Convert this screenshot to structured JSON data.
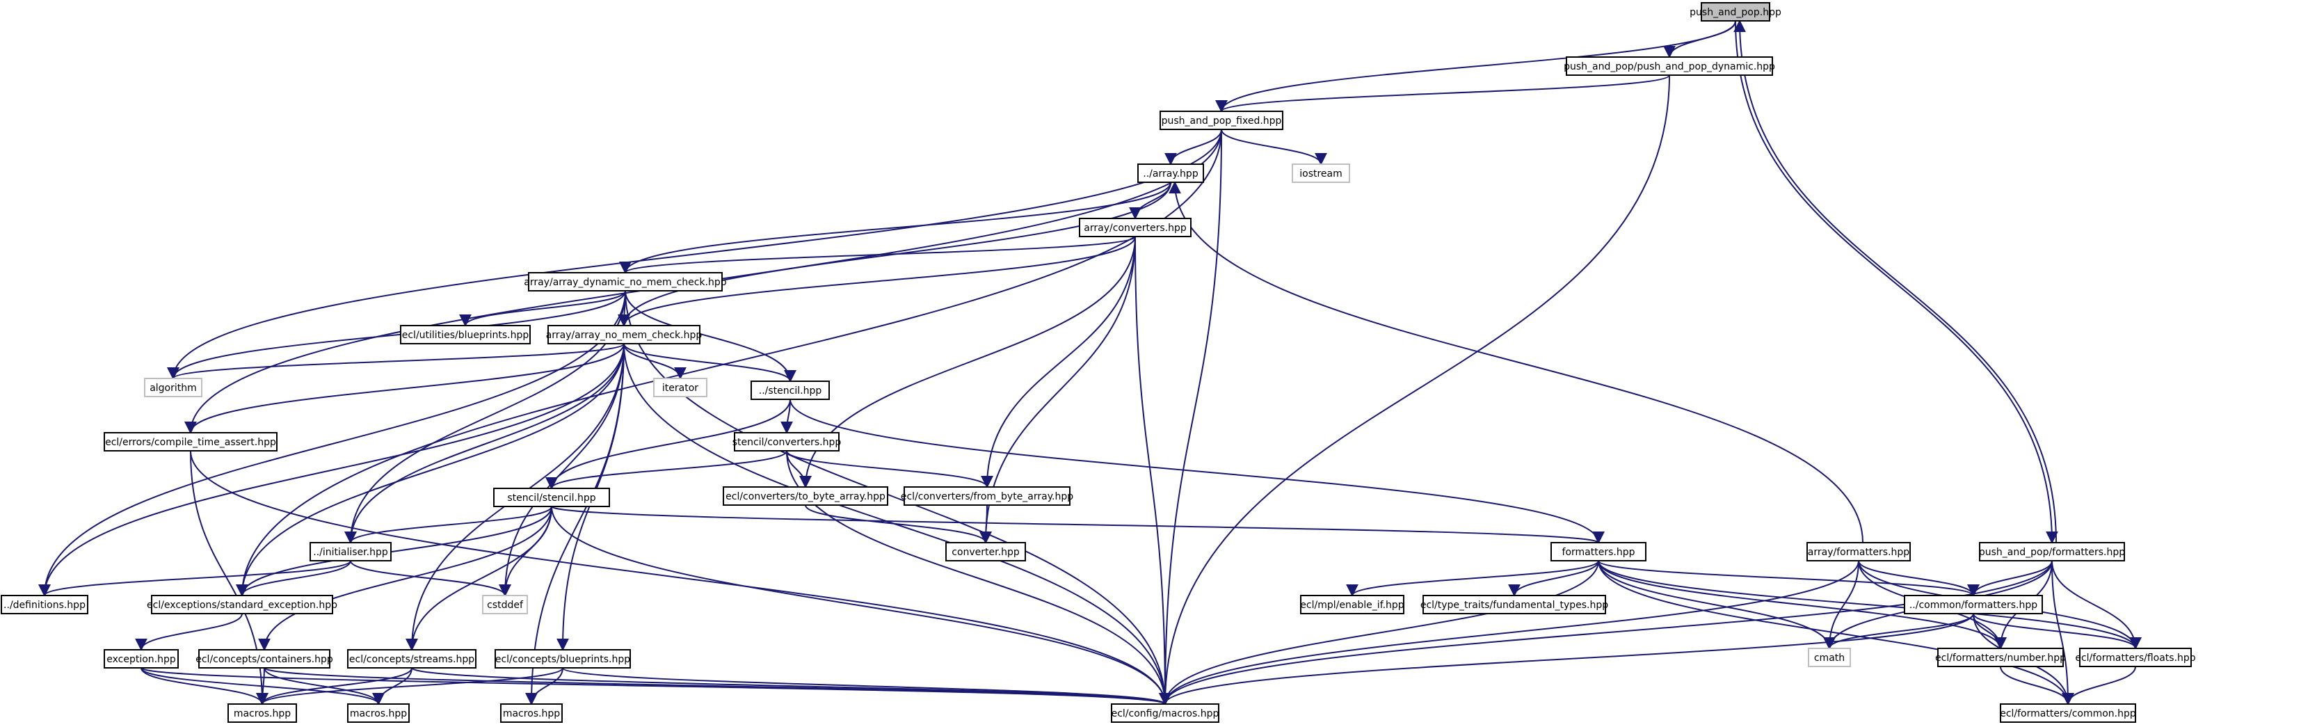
{
  "colors": {
    "edge": "#191970",
    "root_fill": "#bfbfbf",
    "external_border": "#bfbfbf",
    "node_border": "#000000"
  },
  "nodes": [
    {
      "id": "n1",
      "label": "push_and_pop.hpp",
      "kind": "root"
    },
    {
      "id": "n2",
      "label": "push_and_pop/push_and_pop_dynamic.hpp"
    },
    {
      "id": "n3",
      "label": "push_and_pop_fixed.hpp"
    },
    {
      "id": "n4",
      "label": "iostream",
      "kind": "external"
    },
    {
      "id": "n5",
      "label": "../array.hpp"
    },
    {
      "id": "n6",
      "label": "array/converters.hpp"
    },
    {
      "id": "n7",
      "label": "array/array_dynamic_no_mem_check.hpp"
    },
    {
      "id": "n8",
      "label": "ecl/utilities/blueprints.hpp"
    },
    {
      "id": "n9",
      "label": "array/array_no_mem_check.hpp"
    },
    {
      "id": "n10",
      "label": "algorithm",
      "kind": "external"
    },
    {
      "id": "n11",
      "label": "iterator",
      "kind": "external"
    },
    {
      "id": "n12",
      "label": "../stencil.hpp"
    },
    {
      "id": "n13",
      "label": "ecl/errors/compile_time_assert.hpp"
    },
    {
      "id": "n14",
      "label": "stencil/converters.hpp"
    },
    {
      "id": "n15",
      "label": "stencil/stencil.hpp"
    },
    {
      "id": "n16",
      "label": "ecl/converters/to_byte_array.hpp"
    },
    {
      "id": "n17",
      "label": "ecl/converters/from_byte_array.hpp"
    },
    {
      "id": "n18",
      "label": "converter.hpp"
    },
    {
      "id": "n19",
      "label": "../initialiser.hpp"
    },
    {
      "id": "n20",
      "label": "cstddef",
      "kind": "external"
    },
    {
      "id": "n21",
      "label": "../definitions.hpp"
    },
    {
      "id": "n22",
      "label": "ecl/exceptions/standard_exception.hpp"
    },
    {
      "id": "n23",
      "label": "exception.hpp"
    },
    {
      "id": "n24",
      "label": "ecl/concepts/containers.hpp"
    },
    {
      "id": "n25",
      "label": "ecl/concepts/streams.hpp"
    },
    {
      "id": "n26",
      "label": "ecl/concepts/blueprints.hpp"
    },
    {
      "id": "n27",
      "label": "macros.hpp"
    },
    {
      "id": "n28",
      "label": "macros.hpp"
    },
    {
      "id": "n29",
      "label": "macros.hpp"
    },
    {
      "id": "n30",
      "label": "ecl/config/macros.hpp"
    },
    {
      "id": "n31",
      "label": "formatters.hpp"
    },
    {
      "id": "n32",
      "label": "ecl/mpl/enable_if.hpp"
    },
    {
      "id": "n33",
      "label": "ecl/type_traits/fundamental_types.hpp"
    },
    {
      "id": "n34",
      "label": "../common/formatters.hpp"
    },
    {
      "id": "n35",
      "label": "cmath",
      "kind": "external"
    },
    {
      "id": "n36",
      "label": "array/formatters.hpp"
    },
    {
      "id": "n37",
      "label": "push_and_pop/formatters.hpp"
    },
    {
      "id": "n38",
      "label": "ecl/formatters/number.hpp"
    },
    {
      "id": "n39",
      "label": "ecl/formatters/floats.hpp"
    },
    {
      "id": "n40",
      "label": "ecl/formatters/common.hpp"
    }
  ],
  "edges": [
    [
      "n1",
      "n2"
    ],
    [
      "n1",
      "n3"
    ],
    [
      "n1",
      "n37"
    ],
    [
      "n2",
      "n3"
    ],
    [
      "n2",
      "n30"
    ],
    [
      "n3",
      "n4"
    ],
    [
      "n3",
      "n5"
    ],
    [
      "n3",
      "n10"
    ],
    [
      "n3",
      "n13"
    ],
    [
      "n3",
      "n22"
    ],
    [
      "n3",
      "n30"
    ],
    [
      "n5",
      "n6"
    ],
    [
      "n5",
      "n7"
    ],
    [
      "n5",
      "n9"
    ],
    [
      "n6",
      "n7"
    ],
    [
      "n6",
      "n9"
    ],
    [
      "n6",
      "n16"
    ],
    [
      "n6",
      "n17"
    ],
    [
      "n6",
      "n18"
    ],
    [
      "n6",
      "n30"
    ],
    [
      "n7",
      "n8"
    ],
    [
      "n7",
      "n9"
    ],
    [
      "n7",
      "n10"
    ],
    [
      "n7",
      "n12"
    ],
    [
      "n7",
      "n19"
    ],
    [
      "n7",
      "n21"
    ],
    [
      "n7",
      "n30"
    ],
    [
      "n9",
      "n10"
    ],
    [
      "n9",
      "n11"
    ],
    [
      "n9",
      "n12"
    ],
    [
      "n9",
      "n13"
    ],
    [
      "n9",
      "n19"
    ],
    [
      "n9",
      "n20"
    ],
    [
      "n9",
      "n21"
    ],
    [
      "n9",
      "n22"
    ],
    [
      "n9",
      "n25"
    ],
    [
      "n9",
      "n26"
    ],
    [
      "n9",
      "n29"
    ],
    [
      "n9",
      "n30"
    ],
    [
      "n12",
      "n14"
    ],
    [
      "n12",
      "n15"
    ],
    [
      "n12",
      "n31"
    ],
    [
      "n13",
      "n27"
    ],
    [
      "n13",
      "n30"
    ],
    [
      "n14",
      "n15"
    ],
    [
      "n14",
      "n16"
    ],
    [
      "n14",
      "n17"
    ],
    [
      "n14",
      "n30"
    ],
    [
      "n15",
      "n19"
    ],
    [
      "n15",
      "n20"
    ],
    [
      "n15",
      "n22"
    ],
    [
      "n15",
      "n24"
    ],
    [
      "n15",
      "n25"
    ],
    [
      "n15",
      "n30"
    ],
    [
      "n15",
      "n31"
    ],
    [
      "n16",
      "n18"
    ],
    [
      "n17",
      "n18"
    ],
    [
      "n19",
      "n20"
    ],
    [
      "n19",
      "n21"
    ],
    [
      "n19",
      "n22"
    ],
    [
      "n22",
      "n23"
    ],
    [
      "n23",
      "n27"
    ],
    [
      "n23",
      "n28"
    ],
    [
      "n23",
      "n30"
    ],
    [
      "n24",
      "n27"
    ],
    [
      "n24",
      "n28"
    ],
    [
      "n24",
      "n30"
    ],
    [
      "n25",
      "n27"
    ],
    [
      "n25",
      "n28"
    ],
    [
      "n25",
      "n30"
    ],
    [
      "n26",
      "n27"
    ],
    [
      "n26",
      "n29"
    ],
    [
      "n26",
      "n30"
    ],
    [
      "n31",
      "n32"
    ],
    [
      "n31",
      "n33"
    ],
    [
      "n31",
      "n34"
    ],
    [
      "n31",
      "n35"
    ],
    [
      "n31",
      "n38"
    ],
    [
      "n31",
      "n39"
    ],
    [
      "n31",
      "n40"
    ],
    [
      "n31",
      "n30"
    ],
    [
      "n34",
      "n35"
    ],
    [
      "n34",
      "n38"
    ],
    [
      "n34",
      "n39"
    ],
    [
      "n34",
      "n40"
    ],
    [
      "n34",
      "n30"
    ],
    [
      "n36",
      "n5"
    ],
    [
      "n36",
      "n34"
    ],
    [
      "n36",
      "n35"
    ],
    [
      "n36",
      "n38"
    ],
    [
      "n36",
      "n39"
    ],
    [
      "n36",
      "n30"
    ],
    [
      "n37",
      "n1"
    ],
    [
      "n37",
      "n34"
    ],
    [
      "n37",
      "n35"
    ],
    [
      "n37",
      "n38"
    ],
    [
      "n37",
      "n39"
    ],
    [
      "n37",
      "n40"
    ],
    [
      "n37",
      "n30"
    ],
    [
      "n38",
      "n40"
    ],
    [
      "n39",
      "n40"
    ]
  ]
}
